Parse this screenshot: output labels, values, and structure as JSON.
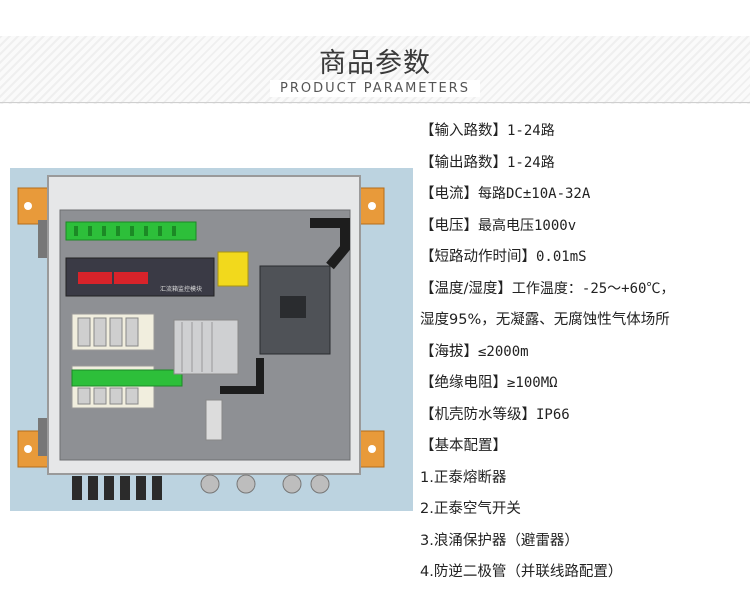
{
  "header": {
    "title": "商品参数",
    "subtitle": "PRODUCT PARAMETERS"
  },
  "photo": {
    "breaker_label": "汇流箱监控模块"
  },
  "specs": [
    {
      "label": "【输入路数】",
      "value": "1-24路"
    },
    {
      "label": "【输出路数】",
      "value": "1-24路"
    },
    {
      "label": "【电流】",
      "value": "每路DC±10A-32A"
    },
    {
      "label": "【电压】",
      "value": "最高电压1000v"
    },
    {
      "label": "【短路动作时间】",
      "value": "0.01mS"
    },
    {
      "label": "【温度/湿度】",
      "value": "工作温度：-25～+60℃，"
    },
    {
      "label": "",
      "value": "湿度95%，无凝露、无腐蚀性气体场所"
    },
    {
      "label": "【海拔】",
      "value": "≤2000m"
    },
    {
      "label": "【绝缘电阻】",
      "value": "≥100MΩ"
    },
    {
      "label": "【机壳防水等级】",
      "value": "IP66"
    },
    {
      "label": "【基本配置】",
      "value": ""
    },
    {
      "label": "",
      "value": "1.正泰熔断器"
    },
    {
      "label": "",
      "value": "2.正泰空气开关"
    },
    {
      "label": "",
      "value": "3.浪涌保护器（避雷器）"
    },
    {
      "label": "",
      "value": "4.防逆二极管（并联线路配置）"
    }
  ]
}
